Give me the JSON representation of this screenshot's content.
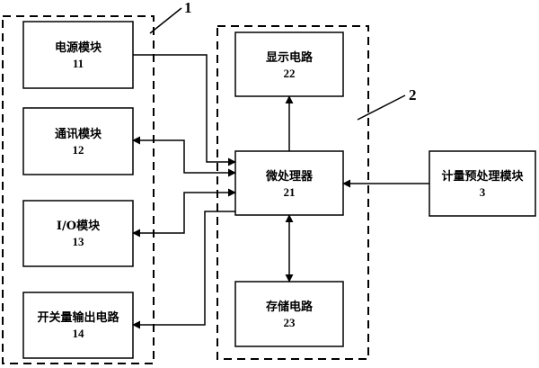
{
  "groups": {
    "group1": {
      "label": "1"
    },
    "group2": {
      "label": "2"
    }
  },
  "blocks": {
    "power": {
      "name": "电源模块",
      "num": "11"
    },
    "comm": {
      "name": "通讯模块",
      "num": "12"
    },
    "io": {
      "name": "I/O模块",
      "num": "13"
    },
    "switch_out": {
      "name": "开关量输出电路",
      "num": "14"
    },
    "display": {
      "name": "显示电路",
      "num": "22"
    },
    "mcu": {
      "name": "微处理器",
      "num": "21"
    },
    "storage": {
      "name": "存储电路",
      "num": "23"
    },
    "metering": {
      "name": "计量预处理模块",
      "num": "3"
    }
  }
}
